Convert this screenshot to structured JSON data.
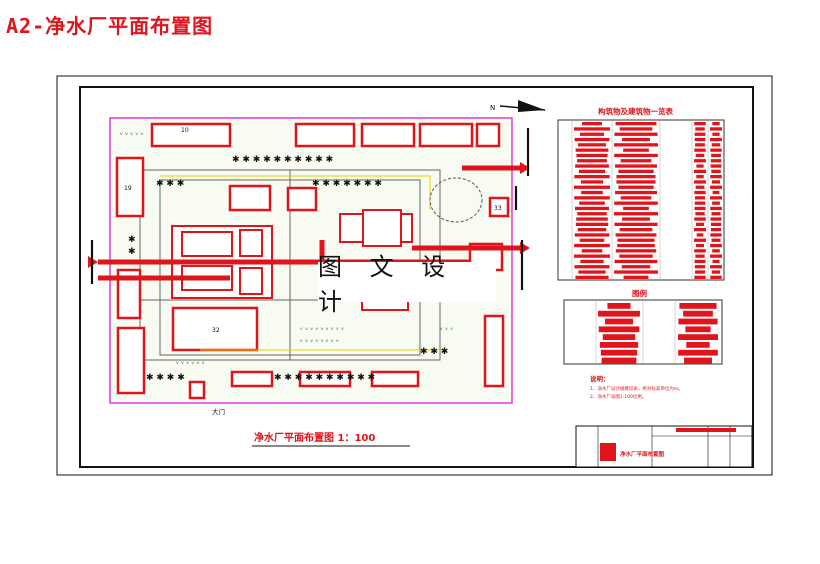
{
  "header": {
    "title": "A2-净水厂平面布置图"
  },
  "drawing": {
    "title": "净水厂平面布置图 1：100",
    "table_title": "构筑物及建筑物一览表",
    "legend_title": "图例",
    "notes_title": "说明：",
    "notes": [
      "1、净水厂设计规模见表，绝对标高单位为m。",
      "2、净水厂总图1:100比例。"
    ],
    "titleblock_name": "净水厂平面布置图",
    "gate_label": "大门",
    "north_label": "N",
    "plot_numbers": [
      "10",
      "19",
      "32",
      "33"
    ]
  },
  "watermark": {
    "text": "图 文 设 计"
  },
  "colors": {
    "accent": "#e0151b",
    "line": "#111111",
    "tree": "#1a8a2a",
    "road": "#a4c8a4"
  }
}
